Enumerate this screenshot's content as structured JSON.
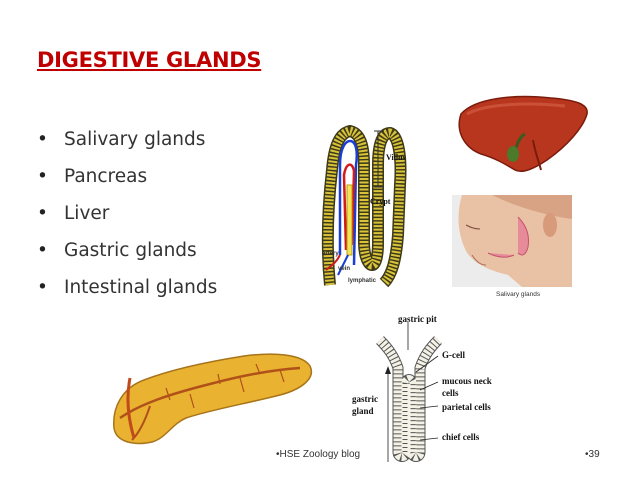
{
  "slide": {
    "title": "DIGESTIVE GLANDS",
    "bullets": [
      "Salivary glands",
      "Pancreas",
      "Liver",
      "Gastric glands",
      "Intestinal glands"
    ],
    "footer_left": "•HSE Zoology blog",
    "footer_right": "•39"
  },
  "villus_figure": {
    "villus_label": "Villus",
    "crypt_label": "Crypt",
    "artery_label": "artery",
    "vein_label": "vein",
    "lymphatic_label": "lymphatic"
  },
  "salivary_figure": {
    "caption": "Salivary glands"
  },
  "gastric_figure": {
    "gastric_pit_label": "gastric pit",
    "g_cell_label": "G-cell",
    "mucous_neck_label_1": "mucous neck",
    "mucous_neck_label_2": "cells",
    "parietal_label": "parietal cells",
    "chief_label": "chief cells",
    "gastric_gland_label_1": "gastric",
    "gastric_gland_label_2": "gland"
  },
  "colors": {
    "title": "#c00000",
    "liver": "#b8361e",
    "pancreas": "#e9b230",
    "villus": "#d7c23a"
  }
}
